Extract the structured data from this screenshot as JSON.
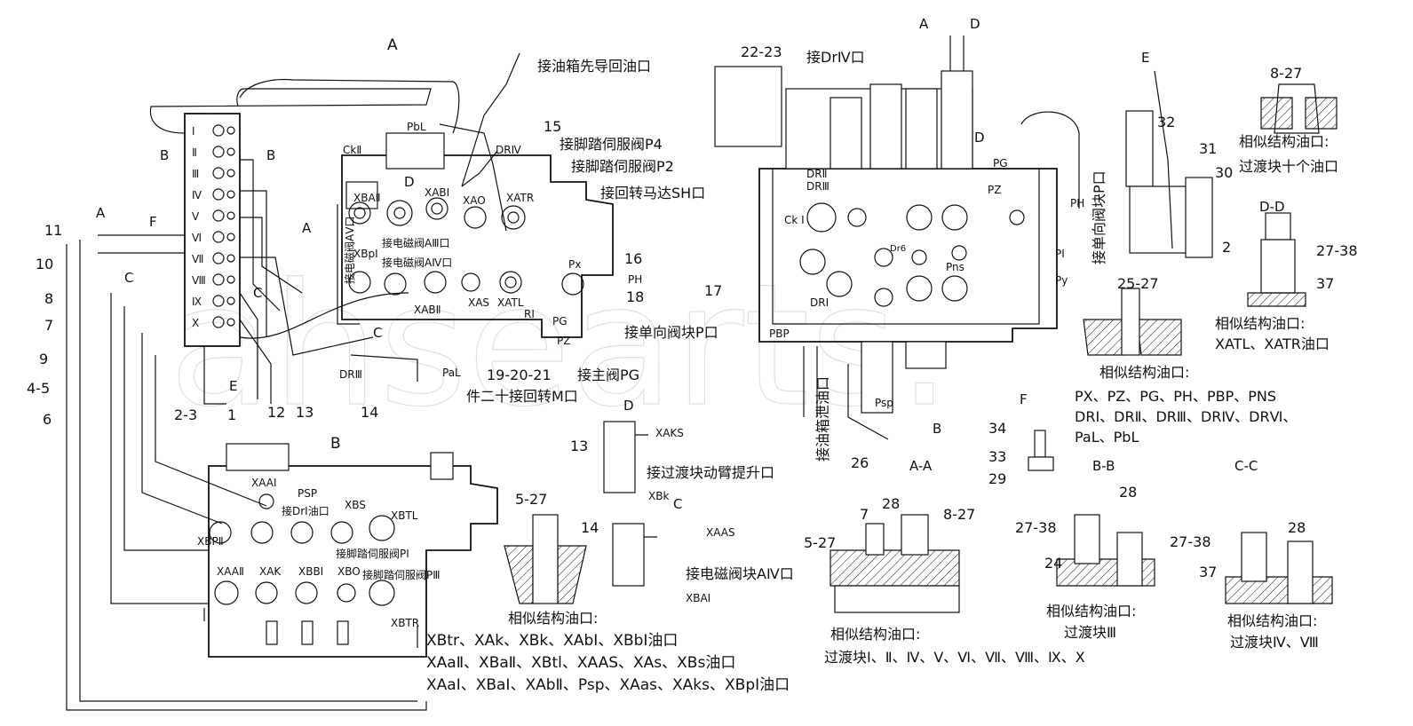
{
  "watermark": "ahsearts.",
  "views": {
    "A": "A",
    "B": "B",
    "A_A": "A-A",
    "B_B": "B-B",
    "C_C": "C-C",
    "D_D": "D-D",
    "E": "E",
    "F": "F",
    "D": "D",
    "C": "C"
  },
  "callouts": {
    "oil_tank_pilot_return": "接油箱先导回油口",
    "n15": "15",
    "pedal_servo_p4": "接脚踏伺服阀P4",
    "pedal_servo_p2": "接脚踏伺服阀P2",
    "swing_motor_sh": "接回转马达SH口",
    "n16": "16",
    "n17": "17",
    "n18": "18",
    "check_valve_p": "接单向阀块P口",
    "main_valve_pg": "接主阀PG",
    "n19_21": "19-20-21",
    "part20_swing_m": "件二十接回转M口",
    "n22_23": "22-23",
    "dr4_port": "接DrⅣ口",
    "oil_tank_drain": "接油箱泄油口",
    "n26": "26",
    "check_valve_p_vertical": "接单向阀块P口",
    "n11": "11",
    "n10": "10",
    "n8": "8",
    "n7": "7",
    "n9": "9",
    "n4_5": "4-5",
    "n6": "6",
    "n2_3": "2-3",
    "n1": "1",
    "n12": "12",
    "n13": "13",
    "n14": "14",
    "n32": "32",
    "n31": "31",
    "n30": "30",
    "n2": "2",
    "n8_27": "8-27",
    "n27_38": "27-38",
    "n37": "37",
    "n25_27": "25-27",
    "n34": "34",
    "n33": "33",
    "n29": "29",
    "n13b": "13",
    "n14b": "14",
    "n5_27": "5-27",
    "n7b": "7",
    "n28": "28",
    "n8_27b": "8-27",
    "n5_27b": "5-27",
    "n27_38b": "27-38",
    "n28b": "28",
    "n24": "24",
    "n27_38c": "27-38",
    "n28c": "28",
    "n37b": "37",
    "transition_boom": "接过渡块动臂提升口",
    "solenoid_a4": "接电磁阀块AⅣ口",
    "solenoid_a3": "接电磁阀AⅢ口",
    "solenoid_a4b": "接电磁阀AⅣ口",
    "solenoid_a5": "接电磁阀AⅤ口",
    "dr1_port": "接DrⅠ油口",
    "pedal_p1": "接脚踏伺服阀PⅠ",
    "pedal_p3": "接脚踏伺服阀PⅢ"
  },
  "ports": {
    "PbL": "PbL",
    "PaL": "PaL",
    "CkII": "CkⅡ",
    "DRIV": "DRⅣ",
    "XBAII": "XBAⅡ",
    "XABI": "XABⅠ",
    "XAO": "XAO",
    "XATR": "XATR",
    "XBpI": "XBpⅠ",
    "XABII": "XABⅡ",
    "XAS": "XAS",
    "XATL": "XATL",
    "Px": "Px",
    "PH": "PH",
    "RI": "RⅠ",
    "PG": "PG",
    "PZ": "PZ",
    "DRIII": "DRⅢ",
    "DRII": "DRⅡ",
    "DRIII_b": "DRⅢ",
    "PG_b": "PG",
    "PZ_b": "PZ",
    "PH_b": "PH",
    "Ck1": "Ck Ⅰ",
    "Pns": "Pns",
    "Dr6": "Dr6",
    "P1": "PⅠ",
    "Py": "Py",
    "DRI": "DRⅠ",
    "PBP": "PBP",
    "Psp": "Psp",
    "XAKS": "XAKS",
    "XBk": "XBk",
    "XAAS": "XAAS",
    "XBAI": "XBAⅠ",
    "XAAI": "XAAⅠ",
    "PSP": "PSP",
    "XBS": "XBS",
    "XBTL": "XBTL",
    "XBPII": "XBPⅡ",
    "XAAII": "XAAⅡ",
    "XAK": "XAK",
    "XBBI": "XBBⅠ",
    "XBO": "XBO",
    "XBTR": "XBTR"
  },
  "notes": {
    "similar_ports": "相似结构油口:",
    "transition_ten": "过渡块十个油口",
    "xatl_xatr": "XATL、XATR油口",
    "px_group_1": "PX、PZ、PG、PH、PBP、PNS",
    "px_group_2": "DRⅠ、DRⅡ、DRⅢ、DRⅣ、DRⅥ、",
    "px_group_3": "PaL、PbL",
    "xb_group_1": "XBtr、XAk、XBk、XAbⅠ、XBbⅠ油口",
    "xb_group_2": "XAaⅡ、XBaⅡ、XBtl、XAAS、XAs、XBs油口",
    "xb_group_3": "XAaⅠ、XBaⅠ、XAbⅡ、Psp、XAas、XAks、XBpⅠ油口",
    "transition_list": "过渡块Ⅰ、Ⅱ、Ⅳ、Ⅴ、Ⅵ、Ⅶ、Ⅷ、Ⅸ、Ⅹ",
    "transition_3": "过渡块Ⅲ",
    "transition_4_8": "过渡块Ⅳ、Ⅷ"
  },
  "manifold_rows": [
    "Ⅰ",
    "Ⅱ",
    "Ⅲ",
    "Ⅳ",
    "Ⅴ",
    "Ⅵ",
    "Ⅶ",
    "Ⅷ",
    "Ⅸ",
    "Ⅹ"
  ]
}
